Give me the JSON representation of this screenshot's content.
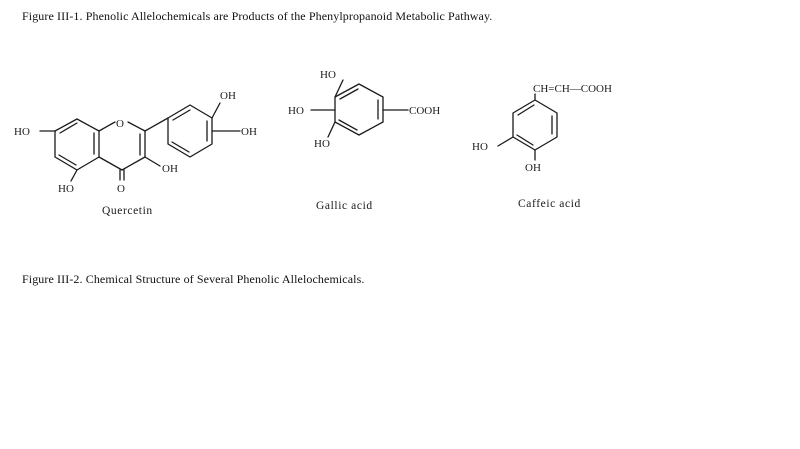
{
  "captions": {
    "figure_1": "Figure III-1.  Phenolic Allelochemicals are Products of the Phenylpropanoid Metabolic Pathway.",
    "figure_2": "Figure III-2.  Chemical Structure of Several Phenolic Allelochemicals."
  },
  "quercetin": {
    "name": "Quercetin",
    "labels": {
      "ho_left": "HO",
      "ho_bottom": "HO",
      "ring_o": "O",
      "carbonyl_o": "O",
      "oh_c3": "OH",
      "oh_top": "OH",
      "oh_right": "OH"
    }
  },
  "gallic_acid": {
    "name": "Gallic acid",
    "labels": {
      "ho_top": "HO",
      "ho_left": "HO",
      "ho_bottom": "HO",
      "cooh": "COOH"
    }
  },
  "caffeic_acid": {
    "name": "Caffeic acid",
    "labels": {
      "side_chain": "CH=CH—COOH",
      "ho_left": "HO",
      "oh_bottom": "OH"
    }
  }
}
